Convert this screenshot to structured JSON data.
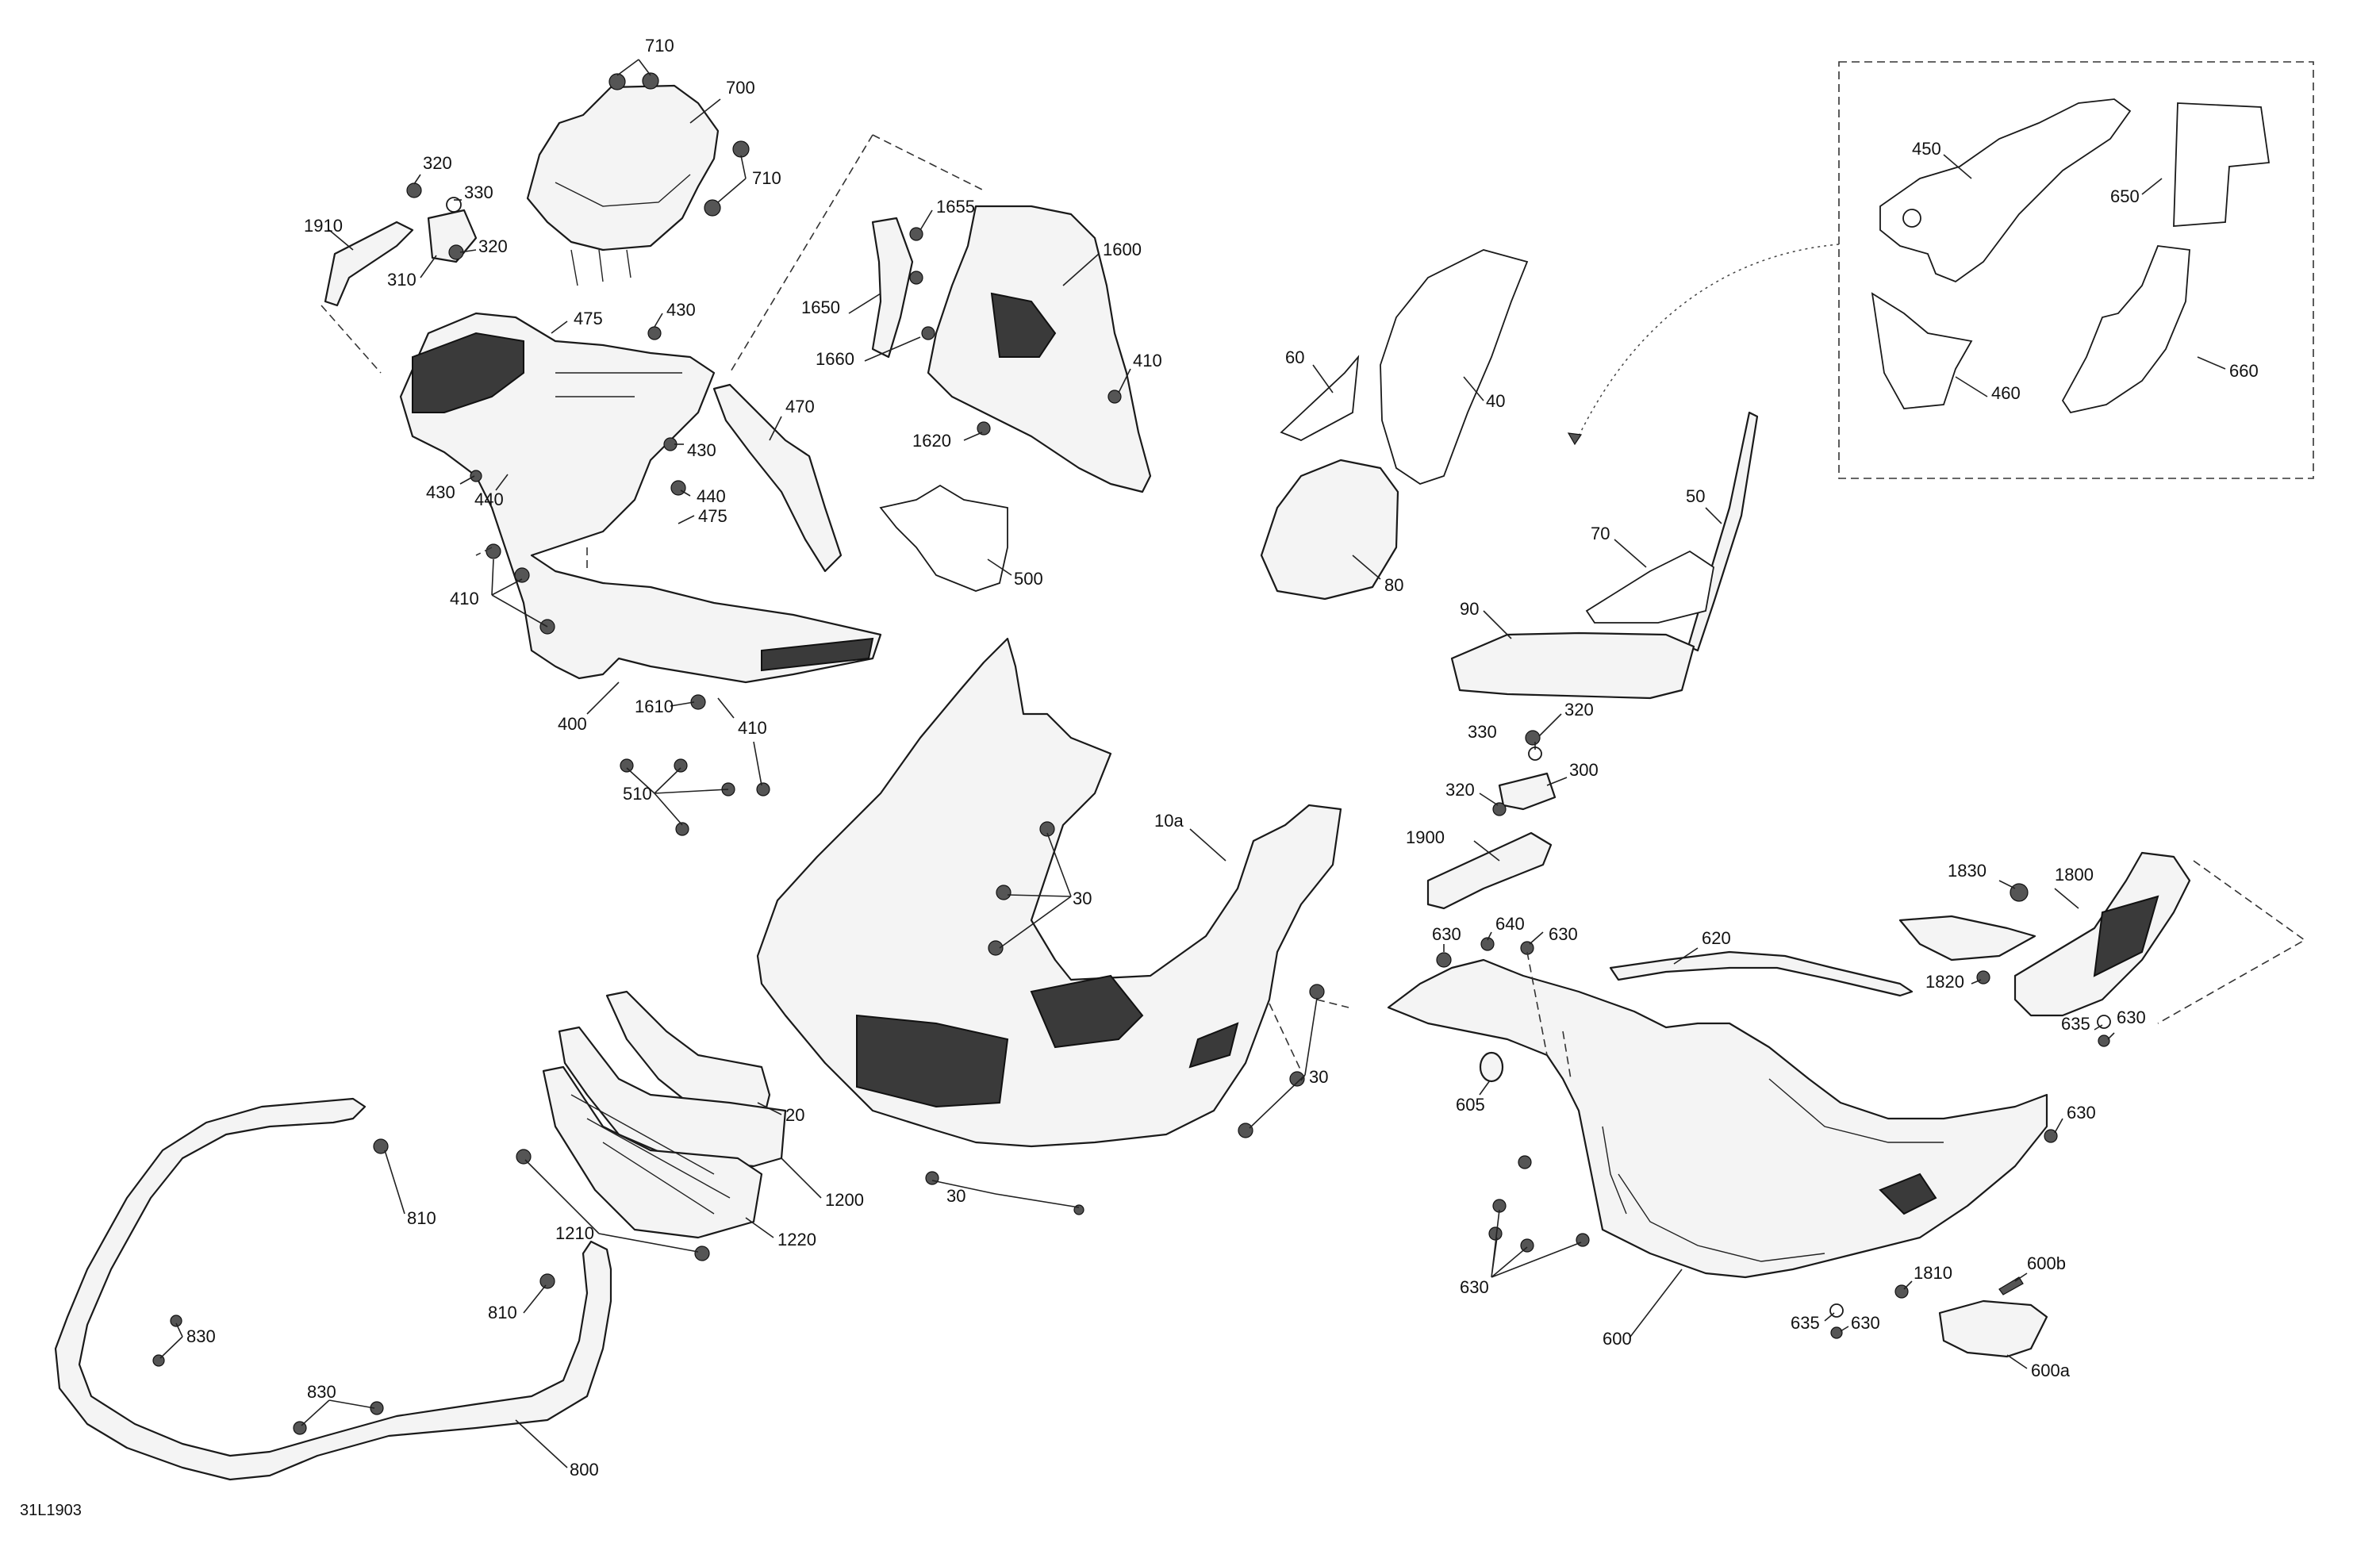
{
  "diagram_ref": "31L1903",
  "callouts": {
    "c710a": "710",
    "c700": "700",
    "c710b": "710",
    "c320a": "320",
    "c330a": "330",
    "c320b": "320",
    "c1910": "1910",
    "c310": "310",
    "c475a": "475",
    "c430a": "430",
    "c430b": "430",
    "c430c": "430",
    "c440a": "440",
    "c440b": "440",
    "c475b": "475",
    "c410a": "410",
    "c400": "400",
    "c1610": "1610",
    "c410b": "410",
    "c510": "510",
    "c470": "470",
    "c500": "500",
    "c1655": "1655",
    "c1600": "1600",
    "c1650": "1650",
    "c1660": "1660",
    "c410c": "410",
    "c1620": "1620",
    "c60": "60",
    "c40": "40",
    "c80": "80",
    "c50": "50",
    "c70": "70",
    "c90": "90",
    "c450": "450",
    "c650": "650",
    "c460": "460",
    "c660": "660",
    "c10a": "10a",
    "c30a": "30",
    "c30b": "30",
    "c30c": "30",
    "c20": "20",
    "c1200": "1200",
    "c1220": "1220",
    "c1210": "1210",
    "c810a": "810",
    "c810b": "810",
    "c830a": "830",
    "c830b": "830",
    "c800": "800",
    "c330b": "330",
    "c320c": "320",
    "c300": "300",
    "c320d": "320",
    "c1900": "1900",
    "c640": "640",
    "c630a": "630",
    "c630b": "630",
    "c620": "620",
    "c1830": "1830",
    "c1800": "1800",
    "c1820": "1820",
    "c635a": "635",
    "c630c": "630",
    "c605": "605",
    "c630d": "630",
    "c630e": "630",
    "c600": "600",
    "c1810": "1810",
    "c600b": "600b",
    "c635b": "635",
    "c630f": "630",
    "c600a": "600a"
  }
}
